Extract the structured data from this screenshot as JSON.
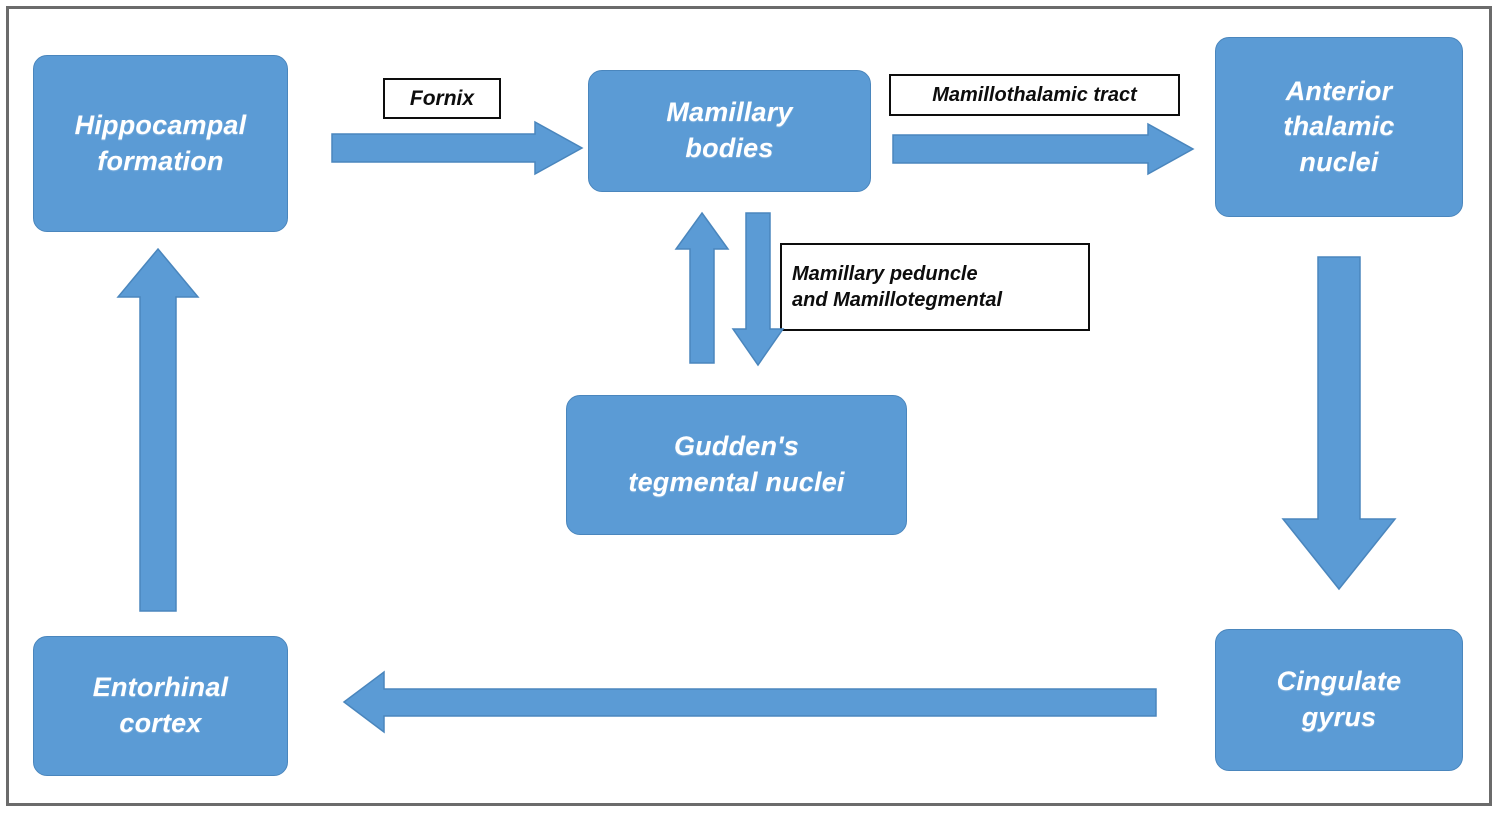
{
  "diagram": {
    "title": "Papez circuit / mamillary body connections flow diagram",
    "colors": {
      "node_fill": "#5b9bd5",
      "node_stroke": "#4a86bd",
      "node_text": "#ffffff",
      "callout_fill": "#ffffff",
      "callout_stroke": "#0d0d0d",
      "callout_text": "#0d0d0d",
      "frame_stroke": "#6b6b6b",
      "canvas": "#ffffff"
    },
    "nodes": [
      {
        "id": "hippocampal-formation",
        "label": "Hippocampal\nformation"
      },
      {
        "id": "mamillary-bodies",
        "label": "Mamillary\nbodies"
      },
      {
        "id": "anterior-thalamic-nuclei",
        "label": "Anterior\nthalamic\nnuclei"
      },
      {
        "id": "guddens-tegmental-nuclei",
        "label": "Gudden's\ntegmental nuclei"
      },
      {
        "id": "entorhinal-cortex",
        "label": "Entorhinal\ncortex"
      },
      {
        "id": "cingulate-gyrus",
        "label": "Cingulate\ngyrus"
      }
    ],
    "callouts": [
      {
        "id": "fornix",
        "label": "Fornix"
      },
      {
        "id": "mamillothalamic-tract",
        "label": "Mamillothalamic tract"
      },
      {
        "id": "mamillary-peduncle",
        "label": "Mamillary peduncle\nand Mamillotegmental"
      }
    ],
    "connections": [
      {
        "id": "hippocampal-to-mamillary",
        "from": "hippocampal-formation",
        "to": "mamillary-bodies",
        "label": "Fornix",
        "direction": "right"
      },
      {
        "id": "mamillary-to-anterior-thalamic",
        "from": "mamillary-bodies",
        "to": "anterior-thalamic-nuclei",
        "label": "Mamillothalamic tract",
        "direction": "right"
      },
      {
        "id": "gudden-to-mamillary",
        "from": "guddens-tegmental-nuclei",
        "to": "mamillary-bodies",
        "label": "Mamillary peduncle and Mamillotegmental",
        "direction": "up"
      },
      {
        "id": "mamillary-to-gudden",
        "from": "mamillary-bodies",
        "to": "guddens-tegmental-nuclei",
        "label": "Mamillary peduncle and Mamillotegmental",
        "direction": "down"
      },
      {
        "id": "anterior-thalamic-to-cingulate",
        "from": "anterior-thalamic-nuclei",
        "to": "cingulate-gyrus",
        "label": "",
        "direction": "down"
      },
      {
        "id": "cingulate-to-entorhinal",
        "from": "cingulate-gyrus",
        "to": "entorhinal-cortex",
        "label": "",
        "direction": "left"
      },
      {
        "id": "entorhinal-to-hippocampal",
        "from": "entorhinal-cortex",
        "to": "hippocampal-formation",
        "label": "",
        "direction": "up"
      }
    ]
  }
}
